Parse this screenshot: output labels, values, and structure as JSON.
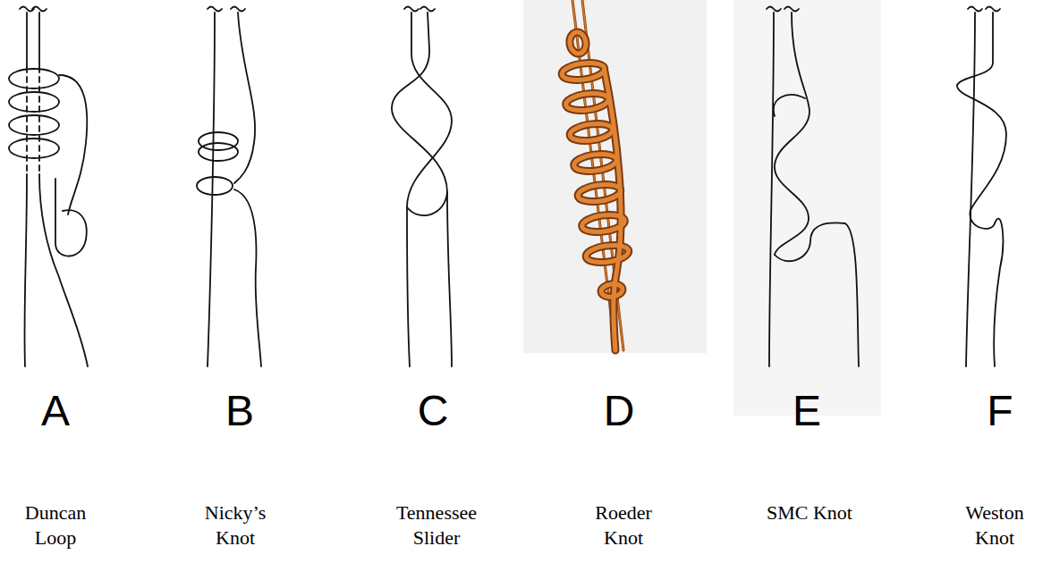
{
  "diagram": {
    "labels": [
      "A",
      "B",
      "C",
      "D",
      "E",
      "F",
      "Duncan Loop",
      "Nicky’s Knot",
      "Tennessee Slider",
      "Roeder Knot",
      "SMC Knot",
      "Weston Knot"
    ]
  }
}
